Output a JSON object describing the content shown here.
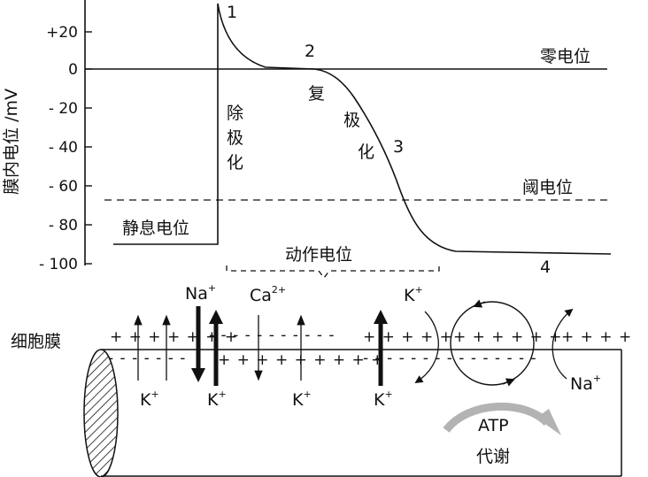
{
  "y_axis": {
    "label": "膜内电位 /mV",
    "ticks": [
      "+20",
      "0",
      "- 20",
      "- 40",
      "- 60",
      "- 80",
      "- 100"
    ]
  },
  "phase_numbers": [
    "1",
    "2",
    "3",
    "4"
  ],
  "curve_labels": {
    "zero_potential": "零电位",
    "threshold_potential": "阈电位",
    "resting_potential": "静息电位",
    "depolarization": [
      "除",
      "极",
      "化"
    ],
    "repolarization": [
      "复",
      "极",
      "化"
    ],
    "action_potential": "动作电位"
  },
  "membrane": {
    "label": "细胞膜",
    "ions": {
      "na": "Na",
      "k": "K",
      "ca": "Ca",
      "plus": "+",
      "ca_charge": "2+"
    },
    "charges": {
      "outer_left": "+ + + + + + +",
      "outer_mid": "- - - - - - - - - - -",
      "outer_right": "+ + + + +",
      "pump_plus": "+ + + +   + +",
      "right_plus": "+ + + +",
      "inner_left": "- - - - - - -",
      "inner_mid": "+ + + + + + + + +",
      "inner_right": "- - - - - - - - - - - - - - -"
    },
    "pump": {
      "atp": "ATP",
      "metabolism": "代谢"
    }
  },
  "colors": {
    "line": "#111111",
    "arrow_gray": "#b3b3b3"
  }
}
